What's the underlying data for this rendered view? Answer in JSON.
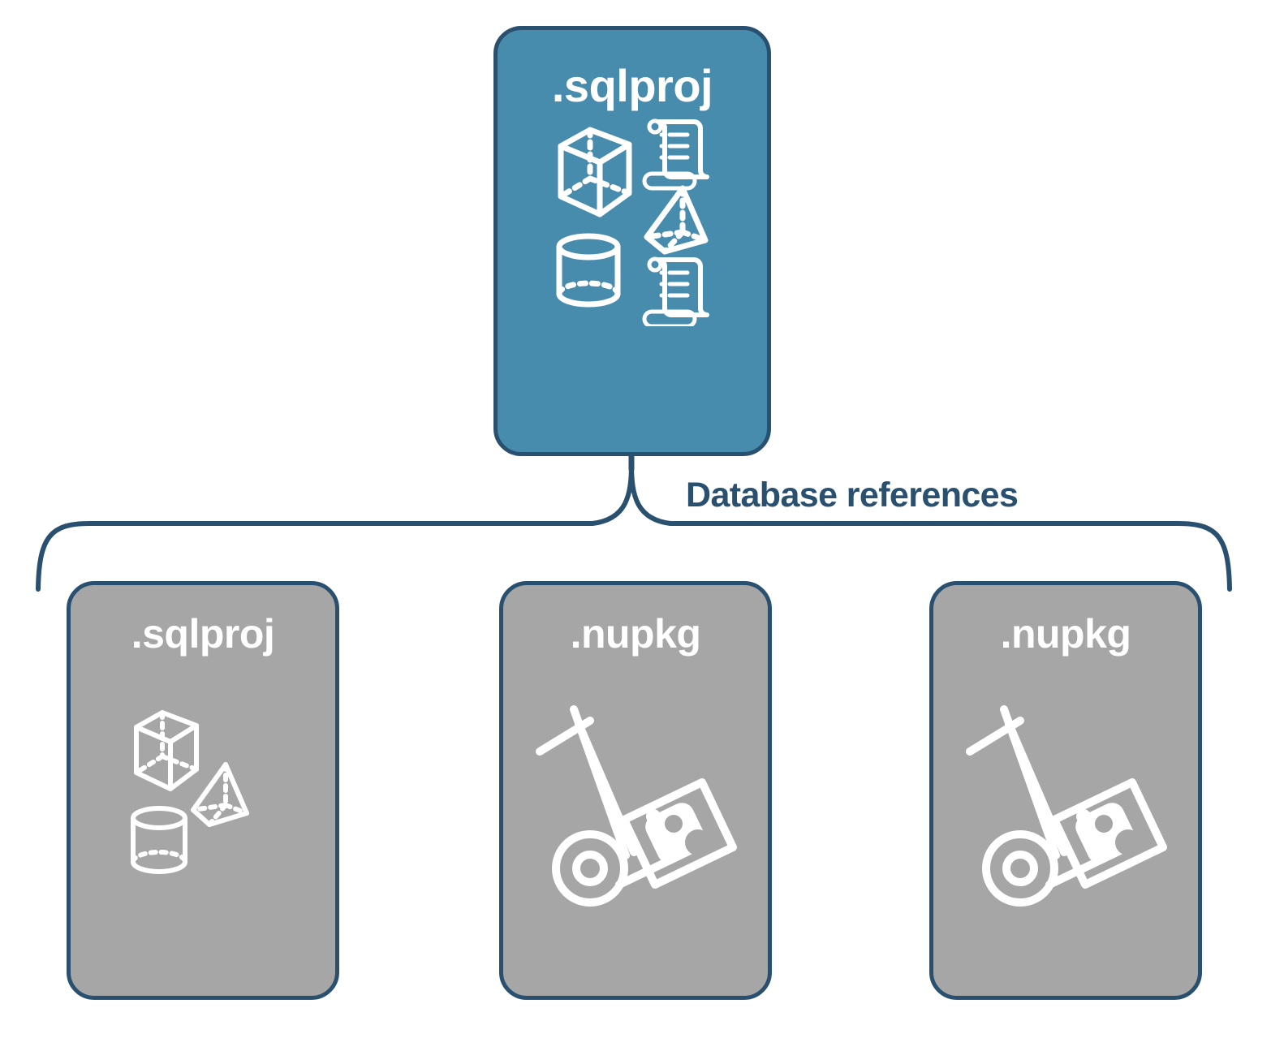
{
  "diagram": {
    "type": "hierarchy-brace",
    "title_text_visible": false,
    "colors": {
      "root_fill": "#478bad",
      "leaf_fill": "#a6a6a6",
      "stroke": "#2a5070",
      "icon": "#ffffff",
      "label_text": "#2a5070",
      "background": "#ffffff"
    },
    "root": {
      "label": ".sqlproj",
      "icons": [
        "cube-icon",
        "pyramid-icon",
        "cylinder-icon",
        "script-scroll-icon",
        "script-scroll-icon"
      ]
    },
    "connector": {
      "label": "Database references",
      "shape": "curly-brace"
    },
    "children": [
      {
        "label": ".sqlproj",
        "icons": [
          "cube-icon",
          "pyramid-icon",
          "cylinder-icon"
        ]
      },
      {
        "label": ".nupkg",
        "icons": [
          "hand-truck-package-icon"
        ]
      },
      {
        "label": ".nupkg",
        "icons": [
          "hand-truck-package-icon"
        ]
      }
    ]
  }
}
